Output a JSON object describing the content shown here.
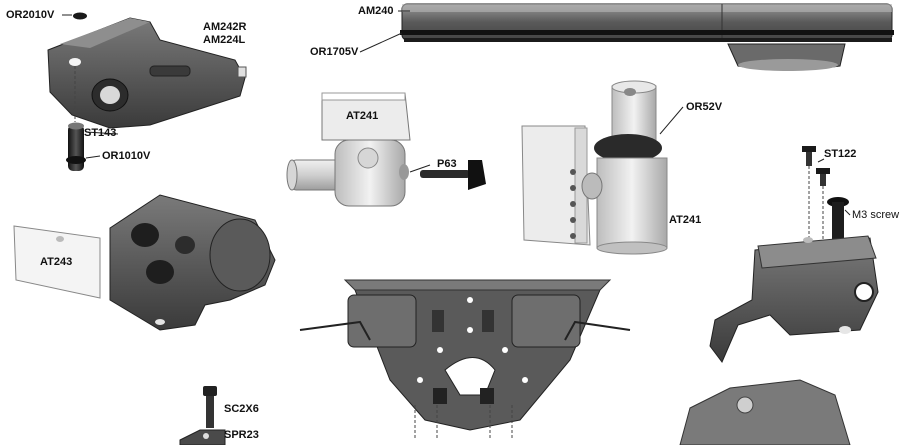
{
  "labels": {
    "or2010v": "OR2010V",
    "am242r": "AM242R",
    "am224l": "AM224L",
    "st143": "ST143",
    "or1010v": "OR1010V",
    "am240": "AM240",
    "or1705v": "OR1705V",
    "at241_a": "AT241",
    "p63": "P63",
    "or52v": "OR52V",
    "at241_b": "AT241",
    "st122": "ST122",
    "m3_screw": "M3 screw",
    "at243": "AT243",
    "sc2x6": "SC2X6",
    "spr23": "SPR23"
  },
  "colors": {
    "part_dark": "#4a4a4a",
    "part_mid": "#6b6b6b",
    "part_light": "#d6d6d6",
    "part_silver": "#c8c8c8",
    "leader": "#222222",
    "oring": "#1a1a1a"
  }
}
